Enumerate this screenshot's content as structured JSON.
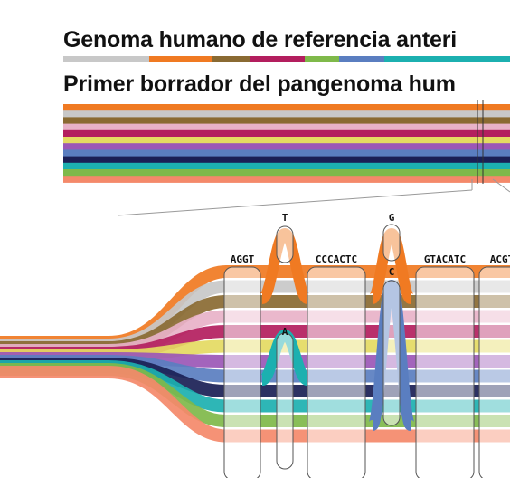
{
  "titles": {
    "reference": "Genoma humano de referencia anteri",
    "pangenome": "Primer borrador del pangenoma hum"
  },
  "palette": {
    "gray": "#c8c8c8",
    "orange": "#f07a22",
    "brown": "#8a6a32",
    "magenta": "#b31e5e",
    "green": "#7fb94a",
    "blue": "#5a7ec0",
    "teal": "#1cb0b0",
    "lavender": "#a58ad0",
    "yellow": "#e4da62",
    "navy": "#1a1f55",
    "salmon": "#f4896a",
    "purple": "#9b57b6",
    "pink": "#e8b2c8"
  },
  "reference_bar": [
    "gray",
    "orange",
    "brown",
    "magenta",
    "green",
    "blue",
    "teal"
  ],
  "pangenome_haplotypes": [
    "orange",
    "gray",
    "brown",
    "pink",
    "magenta",
    "yellow",
    "purple",
    "blue",
    "navy",
    "teal",
    "green",
    "salmon"
  ],
  "graph_nodes": [
    {
      "id": "AGGT",
      "label": "AGGT"
    },
    {
      "id": "T",
      "label": "T"
    },
    {
      "id": "A",
      "label": "A"
    },
    {
      "id": "CCCACTC",
      "label": "CCCACTC"
    },
    {
      "id": "G",
      "label": "G"
    },
    {
      "id": "C",
      "label": "C"
    },
    {
      "id": "GTACATC",
      "label": "GTACATC"
    },
    {
      "id": "ACGT",
      "label": "ACGT"
    }
  ]
}
